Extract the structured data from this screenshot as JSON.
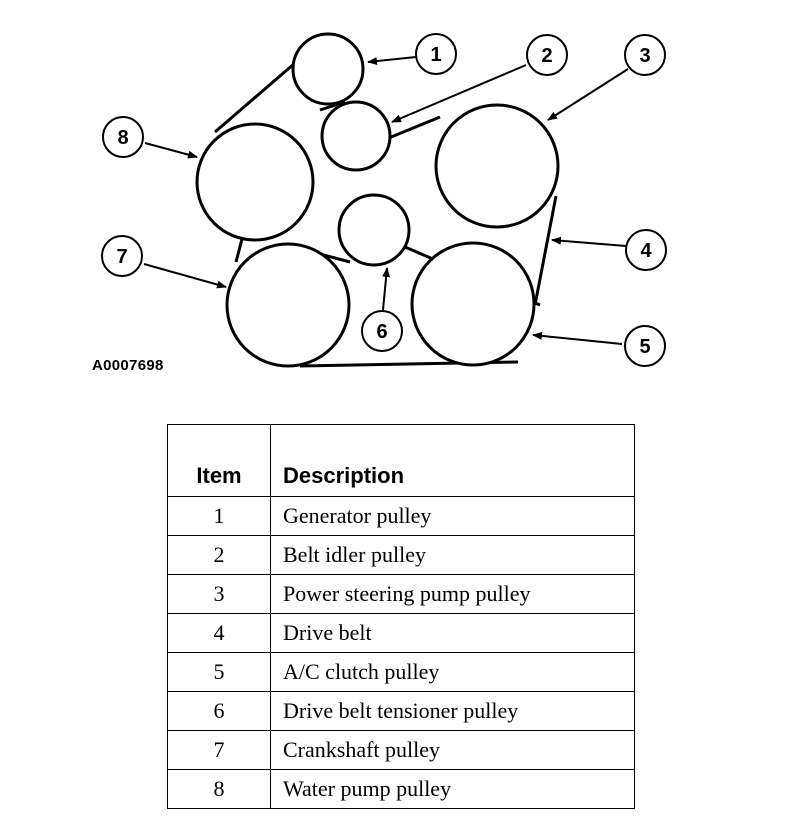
{
  "figure_id": "A0007698",
  "callouts": [
    "1",
    "2",
    "3",
    "4",
    "5",
    "6",
    "7",
    "8"
  ],
  "table": {
    "headers": {
      "item": "Item",
      "description": "Description"
    },
    "rows": [
      {
        "item": "1",
        "description": "Generator pulley"
      },
      {
        "item": "2",
        "description": "Belt idler pulley"
      },
      {
        "item": "3",
        "description": "Power steering pump pulley"
      },
      {
        "item": "4",
        "description": "Drive belt"
      },
      {
        "item": "5",
        "description": "A/C clutch pulley"
      },
      {
        "item": "6",
        "description": "Drive belt tensioner pulley"
      },
      {
        "item": "7",
        "description": "Crankshaft pulley"
      },
      {
        "item": "8",
        "description": "Water pump pulley"
      }
    ]
  }
}
